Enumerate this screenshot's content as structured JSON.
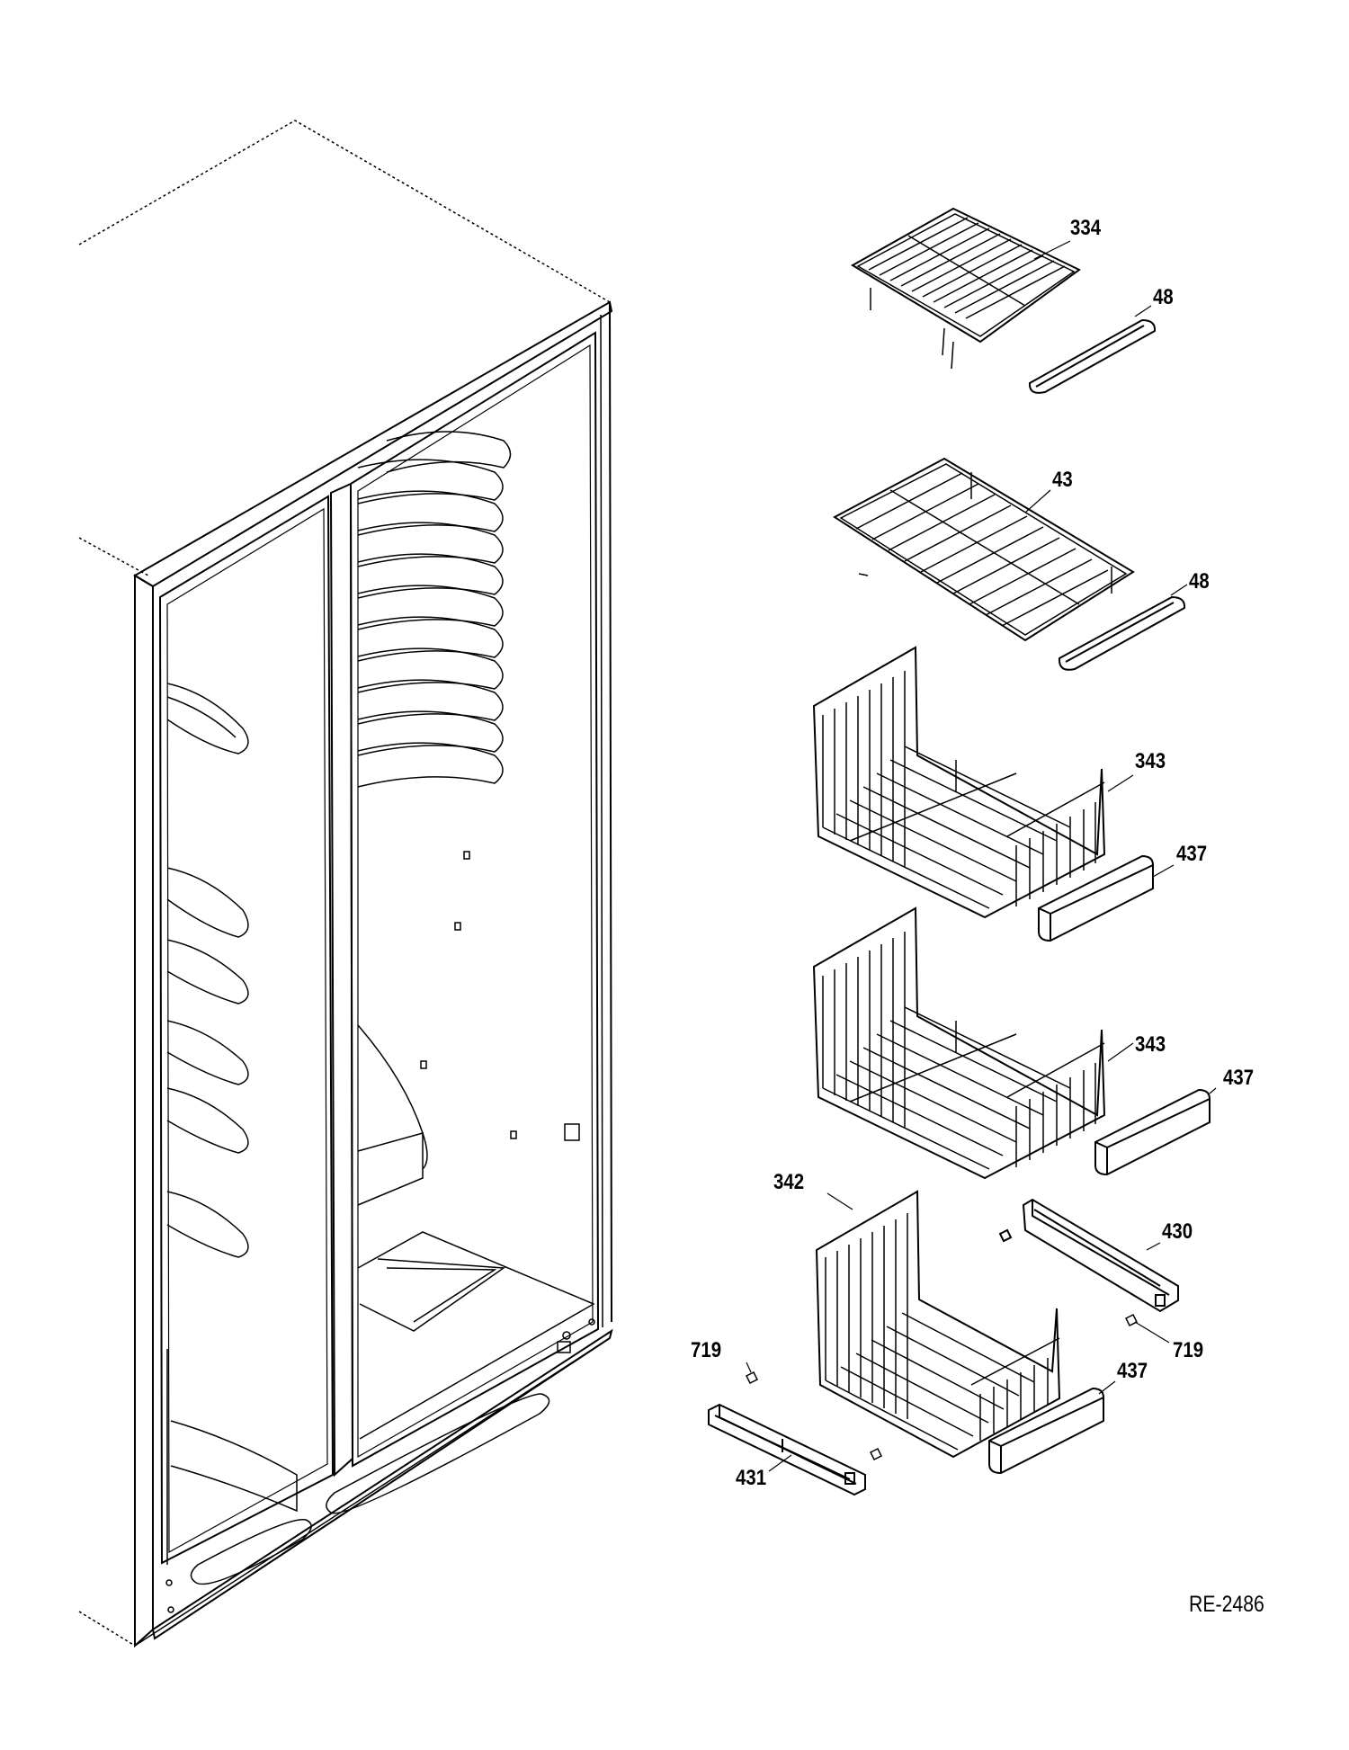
{
  "diagram": {
    "reference": "RE-2486",
    "parts": [
      {
        "id": "p334",
        "label": "334"
      },
      {
        "id": "p48a",
        "label": "48"
      },
      {
        "id": "p43",
        "label": "43"
      },
      {
        "id": "p48b",
        "label": "48"
      },
      {
        "id": "p343a",
        "label": "343"
      },
      {
        "id": "p437a",
        "label": "437"
      },
      {
        "id": "p343b",
        "label": "343"
      },
      {
        "id": "p437b",
        "label": "437"
      },
      {
        "id": "p342",
        "label": "342"
      },
      {
        "id": "p430",
        "label": "430"
      },
      {
        "id": "p719a",
        "label": "719"
      },
      {
        "id": "p719b",
        "label": "719"
      },
      {
        "id": "p437c",
        "label": "437"
      },
      {
        "id": "p431",
        "label": "431"
      }
    ]
  }
}
